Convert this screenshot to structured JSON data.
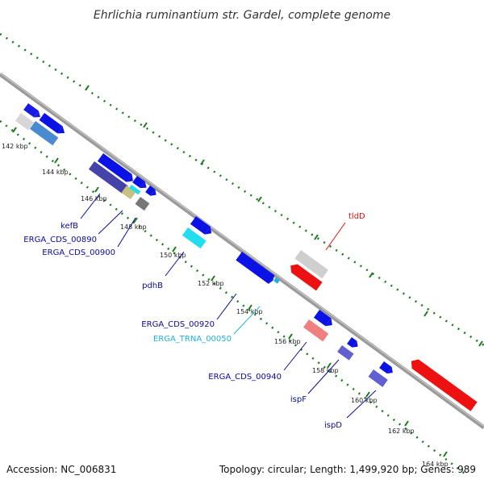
{
  "title": "Ehrlichia ruminantium str. Gardel, complete genome",
  "footer": {
    "accession": "Accession: NC_006831",
    "summary": "Topology: circular; Length: 1,499,920 bp; Genes: 989"
  },
  "colors": {
    "backbone": "#8a8a8a",
    "ticks": "#1a7a1a",
    "forward_cds": "#0a12e6",
    "reverse_cds": "#ee1111",
    "trna": "#22ddee",
    "label_dark": "#0a0a9a",
    "label_red": "#dd1111",
    "label_cyan": "#22b0e0"
  },
  "scale_labels": [
    "142 kbp",
    "144 kbp",
    "146 kbp",
    "148 kbp",
    "150 kbp",
    "152 kbp",
    "154 kbp",
    "156 kbp",
    "158 kbp",
    "160 kbp",
    "162 kbp",
    "164 kbp"
  ],
  "gene_labels": [
    {
      "name": "kefB",
      "color": "dark"
    },
    {
      "name": "ERGA_CDS_00890",
      "color": "dark"
    },
    {
      "name": "ERGA_CDS_00900",
      "color": "dark"
    },
    {
      "name": "pdhB",
      "color": "dark"
    },
    {
      "name": "ERGA_CDS_00920",
      "color": "dark"
    },
    {
      "name": "ERGA_TRNA_00050",
      "color": "cyan"
    },
    {
      "name": "ERGA_CDS_00940",
      "color": "dark"
    },
    {
      "name": "ispF",
      "color": "dark"
    },
    {
      "name": "ispD",
      "color": "dark"
    },
    {
      "name": "tldD",
      "color": "red"
    }
  ]
}
